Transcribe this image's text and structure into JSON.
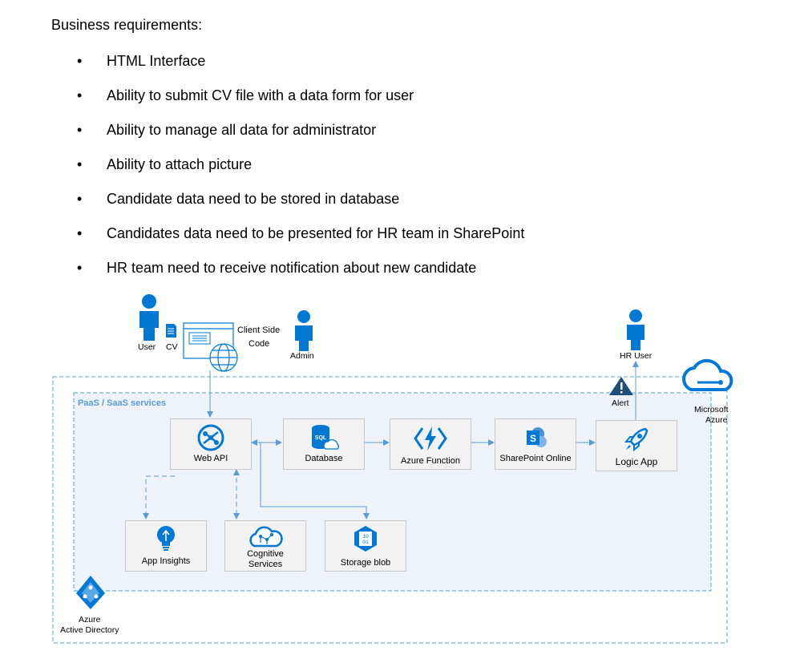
{
  "document": {
    "heading": "Business requirements:",
    "bullet_glyph": "•",
    "requirements": [
      "HTML Interface",
      "Ability to submit CV file with a data form for user",
      "Ability to manage all data for administrator",
      "Ability to attach picture",
      "Candidate data need to be stored in database",
      "Candidates data need to be presented for HR team in SharePoint",
      "HR team need to receive notification about new candidate"
    ]
  },
  "diagram": {
    "actors": {
      "user": "User",
      "cv": "CV",
      "client_code_line1": "Client Side",
      "client_code_line2": "Code",
      "admin": "Admin",
      "hr_user": "HR User",
      "alert": "Alert",
      "azure_line1": "Microsoft",
      "azure_line2": "Azure",
      "aad_line1": "Azure",
      "aad_line2": "Active Directory"
    },
    "paas_label": "PaaS / SaaS services",
    "services": {
      "web_api": "Web API",
      "database": "Database",
      "azure_function": "Azure Function",
      "sharepoint": "SharePoint Online",
      "logic_app": "Logic App",
      "app_insights": "App Insights",
      "cognitive_line1": "Cognitive",
      "cognitive_line2": "Services",
      "storage_blob": "Storage blob"
    },
    "colors": {
      "primary_blue": "#0078d4",
      "dashed_border": "#4ba3c7",
      "paas_fill": "#eef3f9",
      "connector": "#5b9bd5",
      "alert_dark": "#1f4e79"
    }
  }
}
